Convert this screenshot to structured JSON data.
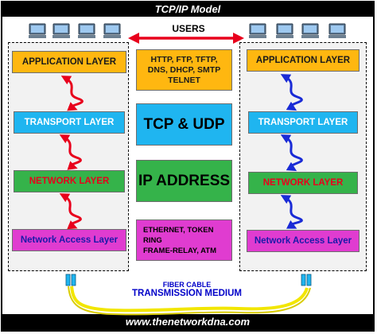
{
  "title": "TCP/IP Model",
  "users_label": "USERS",
  "left_stack": {
    "layers": [
      "APPLICATION LAYER",
      "TRANSPORT LAYER",
      "NETWORK LAYER",
      "Network Access Layer"
    ]
  },
  "right_stack": {
    "layers": [
      "APPLICATION LAYER",
      "TRANSPORT LAYER",
      "NETWORK LAYER",
      "Network Access Layer"
    ]
  },
  "middle": {
    "protocols_app": [
      "HTTP, FTP, TFTP,",
      "DNS, DHCP, SMTP",
      "TELNET"
    ],
    "transport": "TCP & UDP",
    "network": "IP ADDRESS",
    "access": [
      "ETHERNET, TOKEN RING",
      "FRAME-RELAY, ATM"
    ]
  },
  "cable": {
    "line1": "FIBER CABLE",
    "line2": "TRANSMISSION MEDIUM"
  },
  "footer": "www.thenetworkdna.com",
  "icons": [
    "computer-icon",
    "double-arrow-icon",
    "zigzag-arrow-icon",
    "fiber-connector-icon",
    "cable-icon"
  ],
  "colors": {
    "application": "#ffb710",
    "transport": "#1fb5f0",
    "network": "#35b34a",
    "access": "#e03cd0",
    "left_arrows": "#e8001c",
    "right_arrows": "#1a2bd6",
    "users_arrow": "#e8001c",
    "cable": "#f2e600"
  }
}
